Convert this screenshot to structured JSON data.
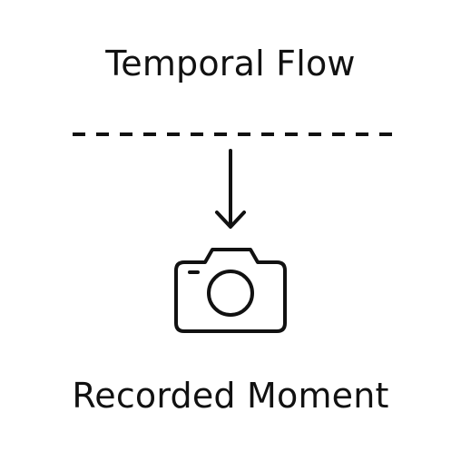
{
  "diagram": {
    "top_label": "Temporal Flow",
    "bottom_label": "Recorded Moment",
    "icon": "camera-icon",
    "connector": "arrow-down",
    "timeline_style": "dashed",
    "colors": {
      "ink": "#111111",
      "background": "#ffffff"
    }
  }
}
